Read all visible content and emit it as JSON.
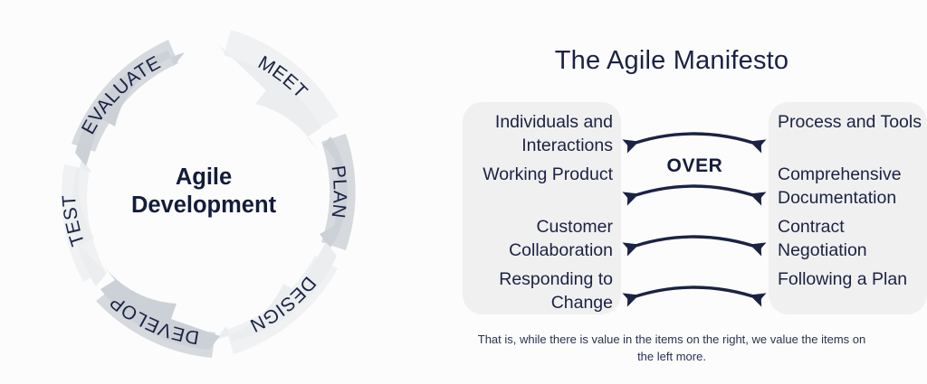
{
  "canvas": {
    "background": "#fcfcfc",
    "accent_navy": "#1b2244",
    "panel_gray": "#f0f0f0",
    "segment_dark": "#ccd1d8",
    "segment_light": "#ebedef",
    "ring_outer_dark": "#d6d9dd",
    "ring_outer_light": "#f0f1f2"
  },
  "cycle": {
    "center_line1": "Agile",
    "center_line2": "Development",
    "segments": [
      {
        "label": "MEET",
        "tone": "light"
      },
      {
        "label": "PLAN",
        "tone": "dark"
      },
      {
        "label": "DESIGN",
        "tone": "light"
      },
      {
        "label": "DEVELOP",
        "tone": "dark"
      },
      {
        "label": "TEST",
        "tone": "light"
      },
      {
        "label": "EVALUATE",
        "tone": "dark"
      }
    ]
  },
  "manifesto": {
    "title": "The Agile Manifesto",
    "over_label": "OVER",
    "left_values": [
      "Individuals and Interactions",
      "Working Product",
      "Customer Collaboration",
      "Responding to Change"
    ],
    "right_values": [
      "Process and Tools",
      "Comprehensive Documentation",
      "Contract Negotiation",
      "Following a Plan"
    ],
    "footnote": "That is, while there is value in the items on the right, we value the items on the left more."
  }
}
